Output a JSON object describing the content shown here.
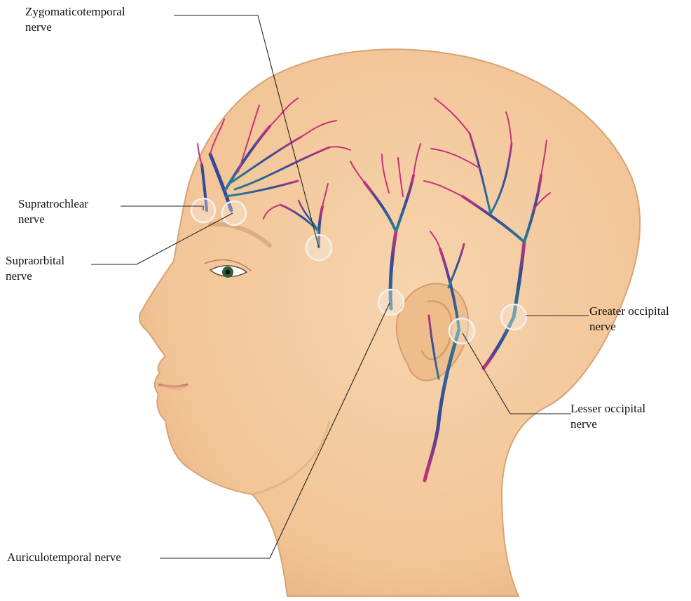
{
  "labels": {
    "zygomaticotemporal": [
      "Zygomaticotemporal",
      "nerve"
    ],
    "supratrochlear": [
      "Supratrochlear",
      "nerve"
    ],
    "supraorbital": [
      "Supraorbital",
      "nerve"
    ],
    "greater_occipital": [
      "Greater occipital",
      "nerve"
    ],
    "lesser_occipital": [
      "Lesser occipital",
      "nerve"
    ],
    "auriculotemporal": [
      "Auriculotemporal nerve"
    ]
  },
  "colors": {
    "skin": "#f4c99d",
    "skin_shadow": "#e2ab7a",
    "nerve_blue": "#2f4f9a",
    "nerve_teal": "#2e7a90",
    "nerve_magenta": "#c8327a",
    "marker_ring": "#f6f0ea"
  }
}
